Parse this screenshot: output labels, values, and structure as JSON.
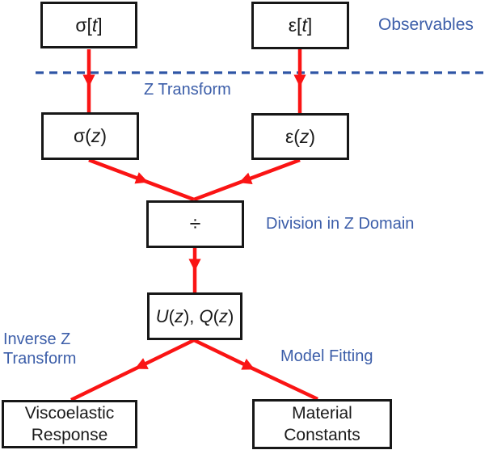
{
  "colors": {
    "arrow_red": "#fa1414",
    "label_blue": "#3c5ea9",
    "dash_blue": "#2e55a5",
    "box_border": "#171717",
    "box_text": "#1a1a1a",
    "background": "#ffffff"
  },
  "boxes": {
    "sigma_t": {
      "parts": [
        {
          "text": "σ["
        },
        {
          "text": "t",
          "italic": true
        },
        {
          "text": "]"
        }
      ]
    },
    "epsilon_t": {
      "parts": [
        {
          "text": "ε["
        },
        {
          "text": "t",
          "italic": true
        },
        {
          "text": "]"
        }
      ]
    },
    "sigma_z": {
      "parts": [
        {
          "text": "σ("
        },
        {
          "text": "z",
          "italic": true
        },
        {
          "text": ")"
        }
      ]
    },
    "epsilon_z": {
      "parts": [
        {
          "text": "ε("
        },
        {
          "text": "z",
          "italic": true
        },
        {
          "text": ")"
        }
      ]
    },
    "divide": {
      "parts": [
        {
          "text": "÷"
        }
      ]
    },
    "uq": {
      "parts": [
        {
          "text": "U",
          "italic": true
        },
        {
          "text": "("
        },
        {
          "text": "z",
          "italic": true
        },
        {
          "text": "), "
        },
        {
          "text": "Q",
          "italic": true
        },
        {
          "text": "("
        },
        {
          "text": "z",
          "italic": true
        },
        {
          "text": ")"
        }
      ]
    },
    "viscoelastic": {
      "line1": "Viscoelastic",
      "line2": "Response"
    },
    "material": {
      "line1": "Material",
      "line2": "Constants"
    }
  },
  "annotations": {
    "observables": "Observables",
    "z_transform": "Z Transform",
    "division": "Division in Z Domain",
    "inverse_z_line1": "Inverse Z",
    "inverse_z_line2": "Transform",
    "model_fitting": "Model Fitting"
  },
  "edges": [
    {
      "from": "sigma_t",
      "to": "sigma_z"
    },
    {
      "from": "epsilon_t",
      "to": "epsilon_z"
    },
    {
      "from": "sigma_z",
      "to": "divide"
    },
    {
      "from": "epsilon_z",
      "to": "divide"
    },
    {
      "from": "divide",
      "to": "uq"
    },
    {
      "from": "uq",
      "to": "viscoelastic"
    },
    {
      "from": "uq",
      "to": "material"
    }
  ]
}
